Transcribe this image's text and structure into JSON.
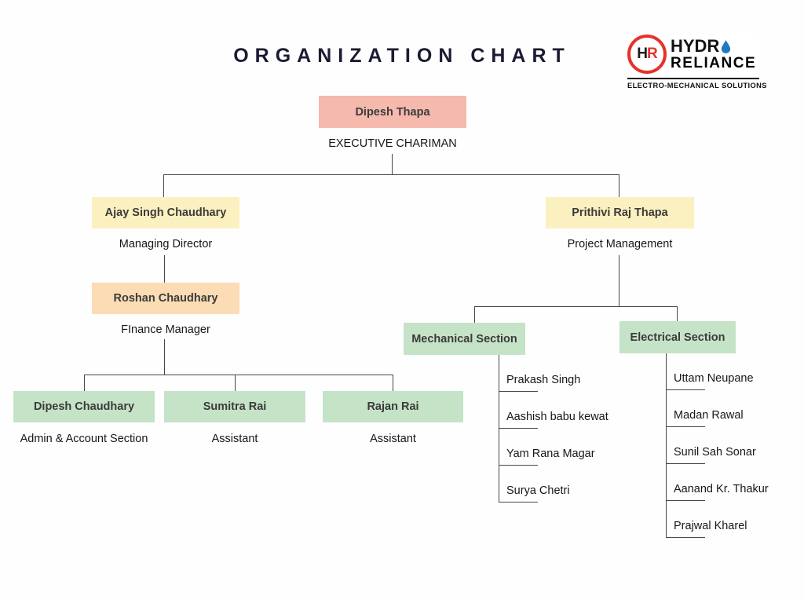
{
  "title": "ORGANIZATION CHART",
  "logo": {
    "monogram_h": "H",
    "monogram_r": "R",
    "brand_prefix": "HYDR",
    "brand_line2": "RELIANCE",
    "tagline": "ELECTRO-MECHANICAL SOLUTIONS"
  },
  "chart": {
    "executive": {
      "name": "Dipesh Thapa",
      "role": "EXECUTIVE CHARIMAN"
    },
    "managing_director": {
      "name": "Ajay Singh Chaudhary",
      "role": "Managing Director"
    },
    "finance_manager": {
      "name": "Roshan Chaudhary",
      "role": "FInance Manager"
    },
    "finance_team": [
      {
        "name": "Dipesh Chaudhary",
        "role": "Admin & Account Section"
      },
      {
        "name": "Sumitra Rai",
        "role": "Assistant"
      },
      {
        "name": "Rajan Rai",
        "role": "Assistant"
      }
    ],
    "project_management": {
      "name": "Prithivi Raj Thapa",
      "role": "Project Management"
    },
    "mechanical_section": {
      "label": "Mechanical Section",
      "members": [
        "Prakash Singh",
        "Aashish babu kewat",
        "Yam Rana Magar",
        "Surya Chetri"
      ]
    },
    "electrical_section": {
      "label": "Electrical Section",
      "members": [
        "Uttam Neupane",
        "Madan Rawal",
        "Sunil Sah Sonar",
        "Aanand Kr. Thakur",
        "Prajwal Kharel"
      ]
    }
  },
  "colors": {
    "executive_box": "#f6b9ae",
    "director_box": "#fbf0bf",
    "finance_box": "#fbdcb4",
    "team_box": "#c5e3c7",
    "connector": "#474747",
    "logo_red": "#e6322a",
    "logo_blue": "#1f7ac2"
  }
}
